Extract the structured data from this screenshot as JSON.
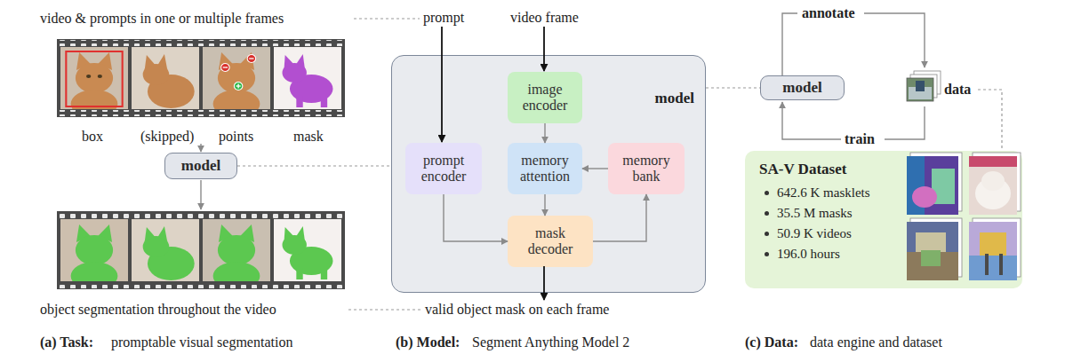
{
  "diagram": {
    "nodes": [
      {
        "text": [
          "model"
        ]
      },
      {
        "text": [
          "model"
        ]
      },
      {
        "text": [
          "image encoder"
        ],
        "in": 1
      },
      {
        "text": [
          "prompt encoder"
        ],
        "in": 1
      },
      {
        "text": [
          "memory attention"
        ],
        "in": 1
      },
      {
        "text": [
          "memory bank"
        ],
        "in": 1
      },
      {
        "text": [
          "mask decoder"
        ],
        "in": 1
      },
      {
        "text": [
          "model"
        ]
      },
      {
        "text": [
          "SA-V Dataset",
          "642.6 K masklets",
          "35.5 M masks",
          "50.9 K videos",
          "196.0 hours"
        ]
      }
    ],
    "edges": [
      {
        "from": 0,
        "to": 1,
        "arrow": "none"
      },
      {
        "from": 1,
        "to": 7,
        "arrow": "none"
      },
      {
        "from": 2,
        "to": 4,
        "arrow": "to"
      },
      {
        "from": 5,
        "to": 4,
        "arrow": "to"
      },
      {
        "from": 4,
        "to": 6,
        "arrow": "to"
      },
      {
        "from": 3,
        "to": 6,
        "arrow": "to"
      },
      {
        "from": 6,
        "to": 5,
        "arrow": "to"
      }
    ],
    "labels": [
      "video & prompts in one or multiple frames",
      "box",
      "(skipped)",
      "points",
      "mask",
      "object segmentation throughout the video",
      "prompt",
      "video frame",
      "valid object mask on each frame",
      "annotate",
      "data",
      "train",
      "(a) Task:",
      "promptable visual segmentation",
      "(b) Model:",
      "Segment Anything Model 2",
      "(c) Data:",
      "data engine and dataset"
    ]
  }
}
